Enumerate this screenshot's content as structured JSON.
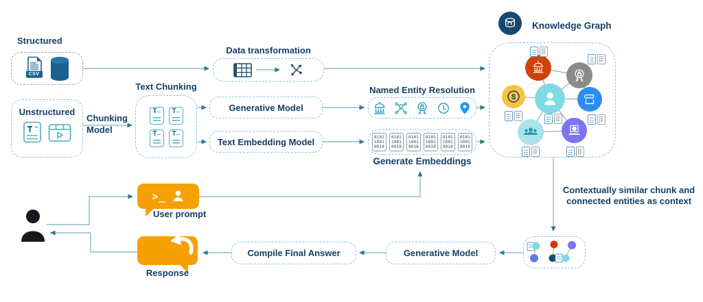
{
  "colors": {
    "text": "#143F66",
    "connector_line": "#8FBCC6",
    "arrowhead": "#27798C",
    "box_border": "#8FC3DE",
    "bubble_orange": "#F5A003",
    "icon_navy": "#1B6191",
    "icon_teal": "#2AA0B8",
    "pin_blue": "#2196F3",
    "node_red": "#D1410C",
    "node_gray": "#8A8A8A",
    "node_yellow": "#F6C445",
    "node_cyan": "#7FDBE3",
    "node_blue": "#2B8DF0",
    "node_lightcyan": "#A8E4E8",
    "node_purple": "#7C74F2"
  },
  "sources": {
    "structured_label": "Structured",
    "unstructured_label": "Unstructured",
    "csv_badge": "CSV"
  },
  "pipeline": {
    "chunking_model_label": "Chunking Model",
    "text_chunking_label": "Text Chunking",
    "data_transformation_label": "Data transformation",
    "generative_model_label": "Generative Model",
    "text_embedding_model_label": "Text Embedding Model",
    "ner_label": "Named Entity Resolution",
    "generate_embeddings_label": "Generate Embeddings",
    "doc_letter": "T"
  },
  "embeddings": {
    "chip_rows": [
      "0101",
      "1001",
      "0010"
    ]
  },
  "knowledge_graph": {
    "title": "Knowledge Graph"
  },
  "context": {
    "note_line1": "Contextually similar chunk and",
    "note_line2": "connected entities as context"
  },
  "qa": {
    "user_prompt_label": "User prompt",
    "prompt_glyph": ">_",
    "response_label": "Response",
    "compile_final_answer_label": "Compile Final Answer"
  }
}
